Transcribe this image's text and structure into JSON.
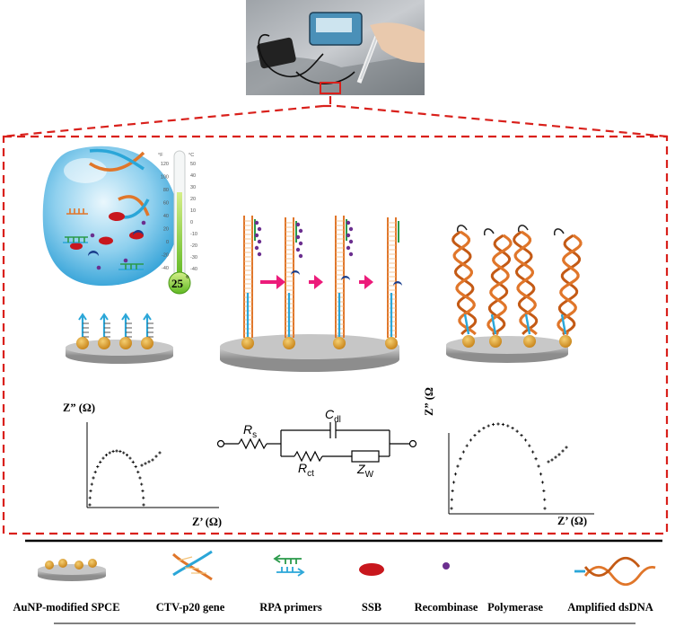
{
  "thermometer": {
    "reading": "25",
    "unit_f": "°F",
    "unit_c": "°C",
    "f_ticks": [
      "120",
      "100",
      "80",
      "60",
      "40",
      "20",
      "0",
      "-20",
      "-40"
    ],
    "c_ticks": [
      "50",
      "40",
      "30",
      "20",
      "10",
      "0",
      "-10",
      "-20",
      "-30",
      "-40"
    ]
  },
  "plot_left": {
    "ylabel": "Z” (Ω)",
    "xlabel": "Z’ (Ω)"
  },
  "plot_right": {
    "ylabel": "Z” (Ω",
    "xlabel": "Z’ (Ω)"
  },
  "circuit": {
    "rs": "R",
    "rs_sub": "s",
    "cdl": "C",
    "cdl_sub": "dl",
    "rct": "R",
    "rct_sub": "ct",
    "zw": "Z",
    "zw_sub": "W"
  },
  "legend": [
    {
      "label": "AuNP-modified  SPCE"
    },
    {
      "label": "CTV-p20 gene"
    },
    {
      "label": "RPA primers"
    },
    {
      "label": "SSB"
    },
    {
      "label": "Recombinase"
    },
    {
      "label": "Polymerase"
    },
    {
      "label": "Amplified  dsDNA"
    }
  ],
  "colors": {
    "dashed_frame": "#d9201b",
    "arrow": "#ec1b7a",
    "bead": "#d99a2a",
    "platform": "#b3b3b3",
    "strand_orange": "#e0762a",
    "strand_blue": "#2aa6d8",
    "strand_green": "#2a9a4a",
    "recombinase": "#6b2f8f",
    "polymerase": "#1a3d8c",
    "ssb": "#c8171d"
  }
}
